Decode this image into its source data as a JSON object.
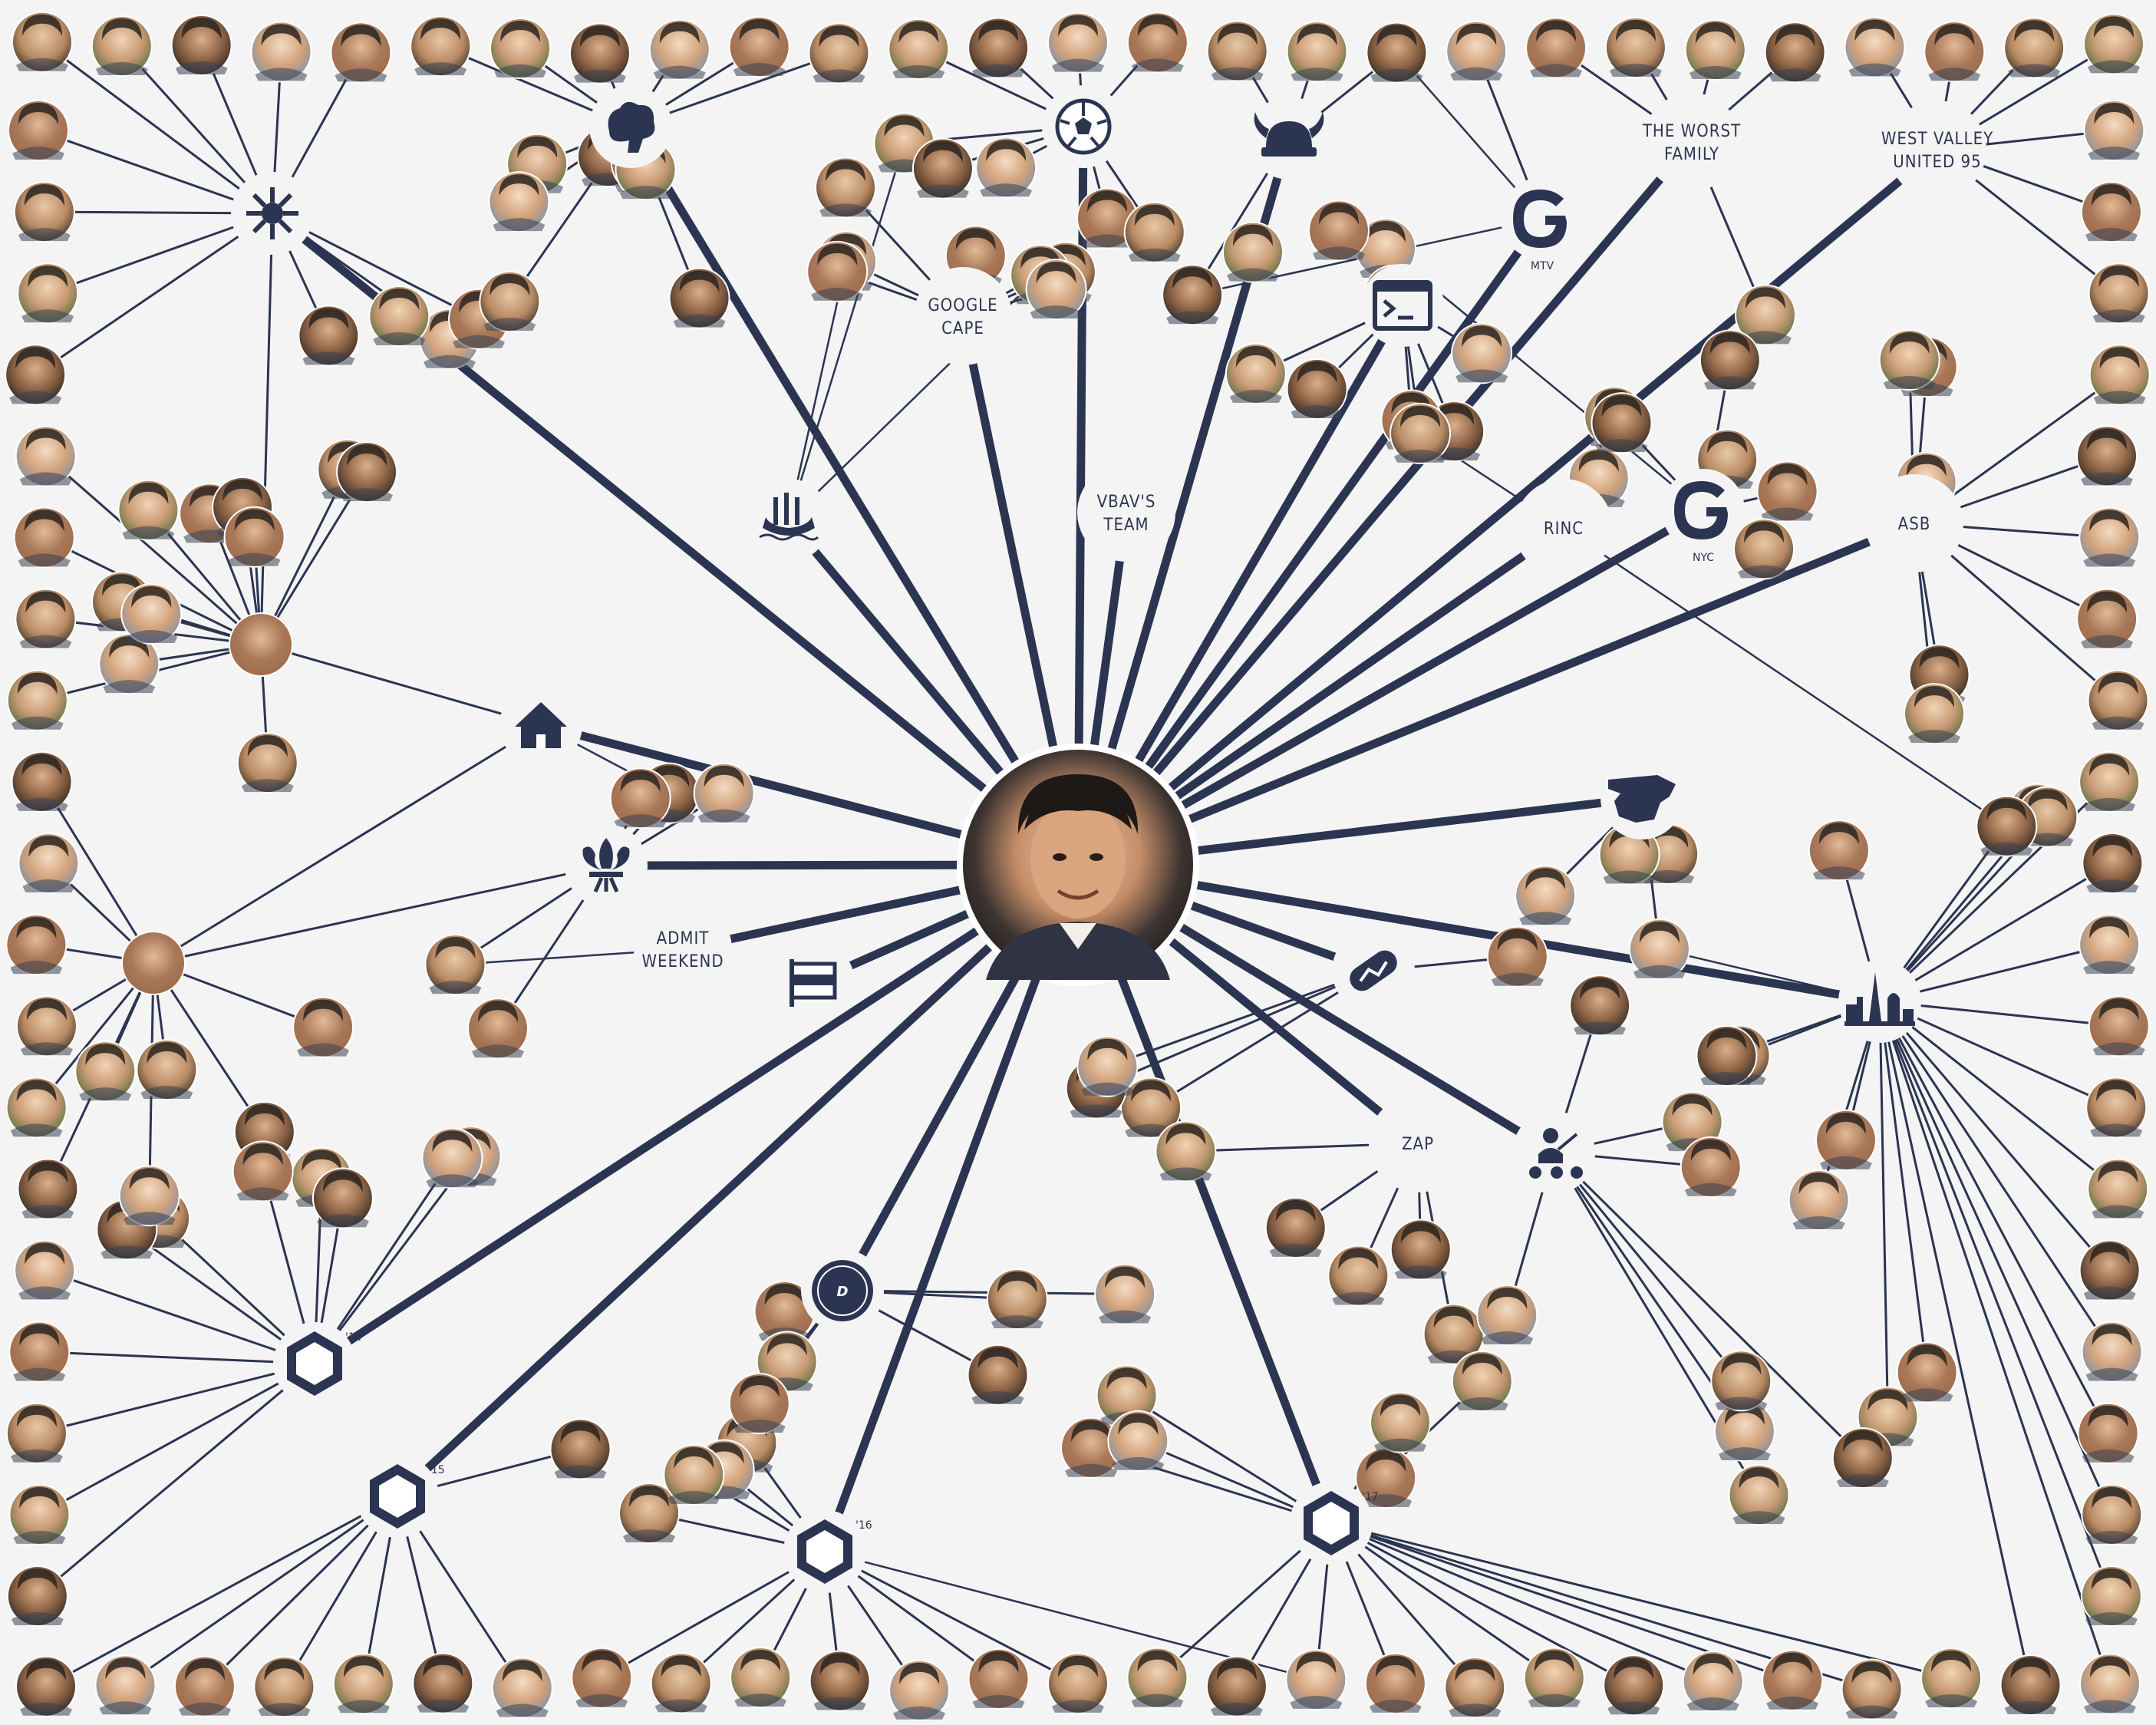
{
  "diagram": {
    "type": "network",
    "colors": {
      "background": "#f4f4f4",
      "ink": "#2b3552",
      "hub_fill": "#ffffff"
    },
    "center": {
      "name": "center-portrait"
    },
    "hubs": [
      {
        "id": "philippines",
        "icon": "sun-star-icon",
        "label": ""
      },
      {
        "id": "brain",
        "icon": "brain-icon",
        "label": ""
      },
      {
        "id": "soccer",
        "icon": "soccer-ball-icon",
        "label": ""
      },
      {
        "id": "vikings",
        "icon": "viking-helmet-icon",
        "label": ""
      },
      {
        "id": "google-mtv",
        "icon": "google-g-icon",
        "label": "",
        "sublabel": "MTV"
      },
      {
        "id": "worst-family",
        "icon": "",
        "label": "THE WORST FAMILY"
      },
      {
        "id": "west-valley",
        "icon": "",
        "label": "WEST VALLEY UNITED 95"
      },
      {
        "id": "terminal",
        "icon": "terminal-icon",
        "label": ""
      },
      {
        "id": "google-cape",
        "icon": "",
        "label": "GOOGLE CAPE"
      },
      {
        "id": "ship",
        "icon": "viking-ship-icon",
        "label": ""
      },
      {
        "id": "vbav",
        "icon": "",
        "label": "VBAV'S TEAM"
      },
      {
        "id": "rinc",
        "icon": "",
        "label": "RINC"
      },
      {
        "id": "google-nyc",
        "icon": "google-g-icon",
        "label": "",
        "sublabel": "NYC"
      },
      {
        "id": "asb",
        "icon": "",
        "label": "ASB"
      },
      {
        "id": "house",
        "icon": "house-icon",
        "label": ""
      },
      {
        "id": "scouts",
        "icon": "fleur-de-lis-icon",
        "label": ""
      },
      {
        "id": "admit",
        "icon": "",
        "label": "ADMIT WEEKEND"
      },
      {
        "id": "flag",
        "icon": "flag-icon",
        "label": ""
      },
      {
        "id": "spain",
        "icon": "spain-map-icon",
        "label": ""
      },
      {
        "id": "paris",
        "icon": "paris-skyline-icon",
        "label": ""
      },
      {
        "id": "hotdog",
        "icon": "hotdog-icon",
        "label": ""
      },
      {
        "id": "zap",
        "icon": "",
        "label": "ZAP"
      },
      {
        "id": "teaching",
        "icon": "teacher-icon",
        "label": ""
      },
      {
        "id": "dreach",
        "icon": "dreach-logo-icon",
        "label": ""
      },
      {
        "id": "hex14",
        "icon": "hexagon-icon",
        "label": "",
        "sublabel": "'14"
      },
      {
        "id": "hex15",
        "icon": "hexagon-icon",
        "label": "",
        "sublabel": "'15"
      },
      {
        "id": "hex16",
        "icon": "hexagon-icon",
        "label": "",
        "sublabel": "'16"
      },
      {
        "id": "hex17",
        "icon": "hexagon-icon",
        "label": "",
        "sublabel": "'17"
      },
      {
        "id": "grandma",
        "icon": "",
        "label": ""
      },
      {
        "id": "dad",
        "icon": "",
        "label": ""
      }
    ]
  }
}
